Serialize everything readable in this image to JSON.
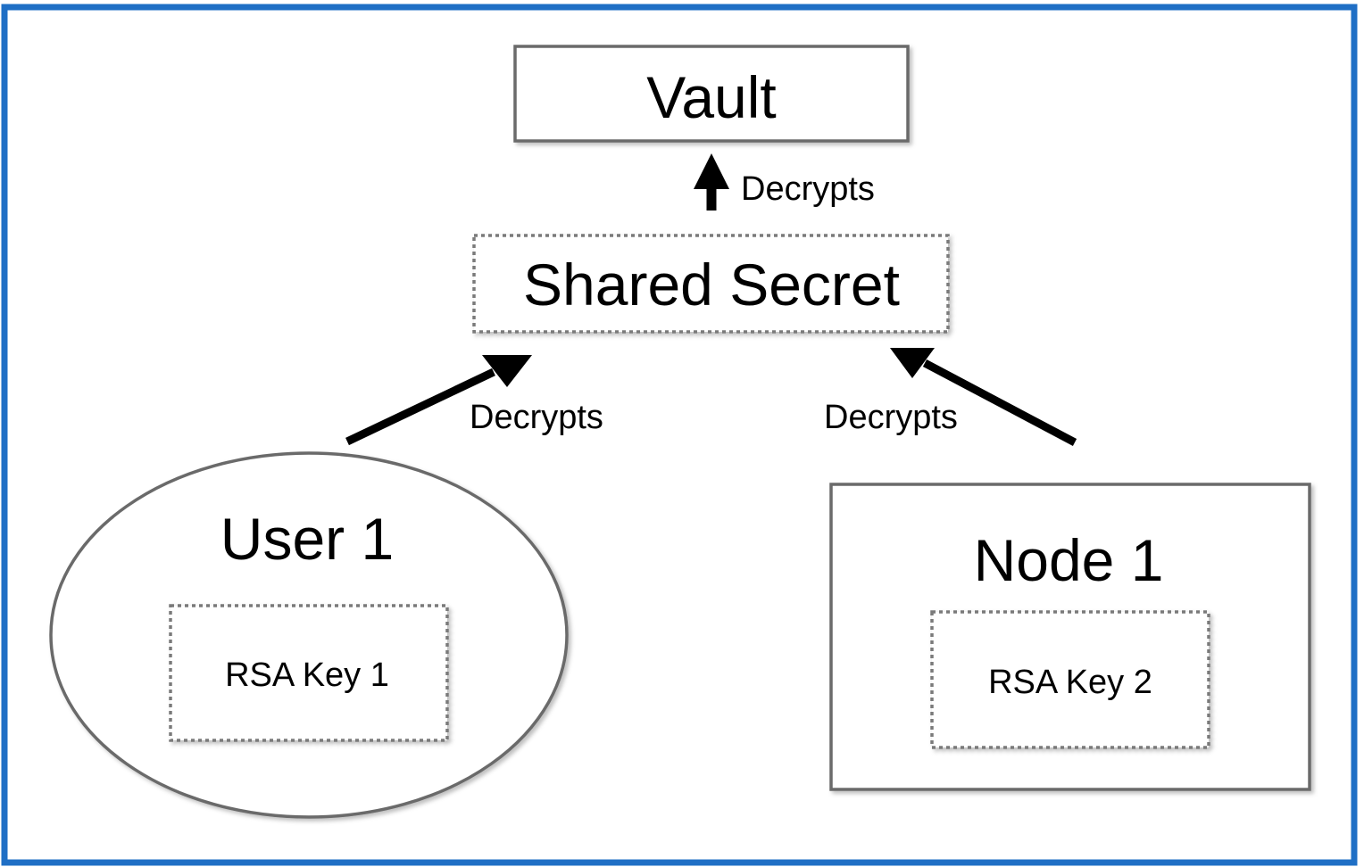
{
  "nodes": {
    "vault": {
      "label": "Vault"
    },
    "shared_secret": {
      "label": "Shared Secret"
    },
    "user": {
      "label": "User 1",
      "key_label": "RSA Key 1"
    },
    "node": {
      "label": "Node 1",
      "key_label": "RSA Key 2"
    }
  },
  "edges": {
    "secret_to_vault": {
      "label": "Decrypts"
    },
    "user_to_secret": {
      "label": "Decrypts"
    },
    "node_to_secret": {
      "label": "Decrypts"
    }
  },
  "colors": {
    "frame": "#1f6fc5",
    "box_stroke": "#6b6b6b",
    "dotted_stroke": "#7a7a7a",
    "arrow": "#000000"
  }
}
